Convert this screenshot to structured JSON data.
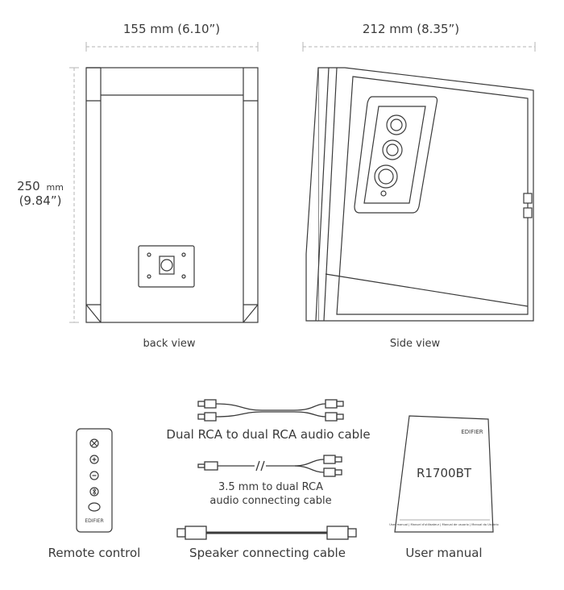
{
  "dimensions": {
    "width_label": "155 mm (6.10”)",
    "depth_label": "212 mm (8.35”)",
    "height_label_value": "250",
    "height_label_unit": "mm",
    "height_label_inches": "(9.84”)"
  },
  "views": {
    "back": "back view",
    "side": "Side view"
  },
  "accessories": {
    "rca_cable": "Dual RCA to dual RCA audio cable",
    "aux_cable_line1": "3.5 mm to dual RCA",
    "aux_cable_line2": "audio connecting cable",
    "speaker_cable": "Speaker connecting cable",
    "remote": "Remote control",
    "manual": "User manual"
  },
  "remote_device": {
    "brand": "EDIFIER",
    "buttons": [
      "mute",
      "+",
      "−",
      "bluetooth",
      "LINE/BT"
    ]
  },
  "manual_cover": {
    "brand": "EDIFIER",
    "model": "R1700BT",
    "footer": "User manual | Manuel d'utilisateur | Manual de usuario | Manual do Usuário"
  },
  "colors": {
    "line": "#3a3a3a",
    "dimension_line": "#b5b5b5"
  }
}
